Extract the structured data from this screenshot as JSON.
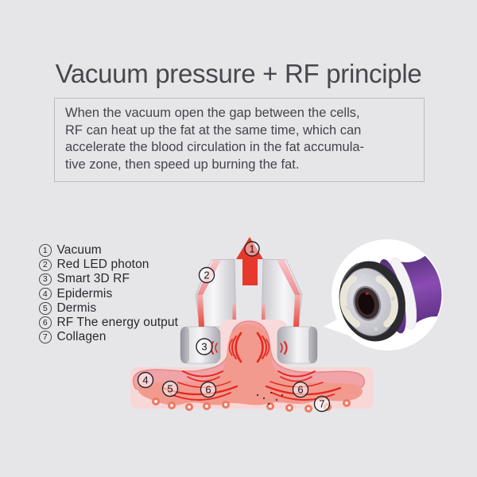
{
  "title": "Vacuum pressure + RF principle",
  "description": "When the vacuum open the gap between the cells,\nRF can heat up the fat at the same time, which can\naccelerate the blood circulation in the fat accumula-\ntive zone, then speed up burning the fat.",
  "legend": {
    "items": [
      {
        "num": "1",
        "label": "Vacuum"
      },
      {
        "num": "2",
        "label": "Red LED photon"
      },
      {
        "num": "3",
        "label": "Smart 3D RF"
      },
      {
        "num": "4",
        "label": "Epidermis"
      },
      {
        "num": "5",
        "label": "Dermis"
      },
      {
        "num": "6",
        "label": "RF The energy output"
      },
      {
        "num": "7",
        "label": "Collagen"
      }
    ]
  },
  "diagram": {
    "markers": {
      "m1": "1",
      "m2": "2",
      "m3": "3",
      "m4": "4",
      "m5": "5",
      "m6a": "6",
      "m6b": "6",
      "m7": "7"
    },
    "colors": {
      "background": "#e6e6e9",
      "text": "#44444b",
      "arrow_red": "#e7392b",
      "rf_energy_red": "#e51c14",
      "skin_light_pink": "#f8d7d7",
      "epidermis_pink": "#f0a4a8",
      "fat_cell_coral": "#ec7a62",
      "metal_gray": "#c9c9cf",
      "device_purple": "#7a3e9d"
    }
  }
}
